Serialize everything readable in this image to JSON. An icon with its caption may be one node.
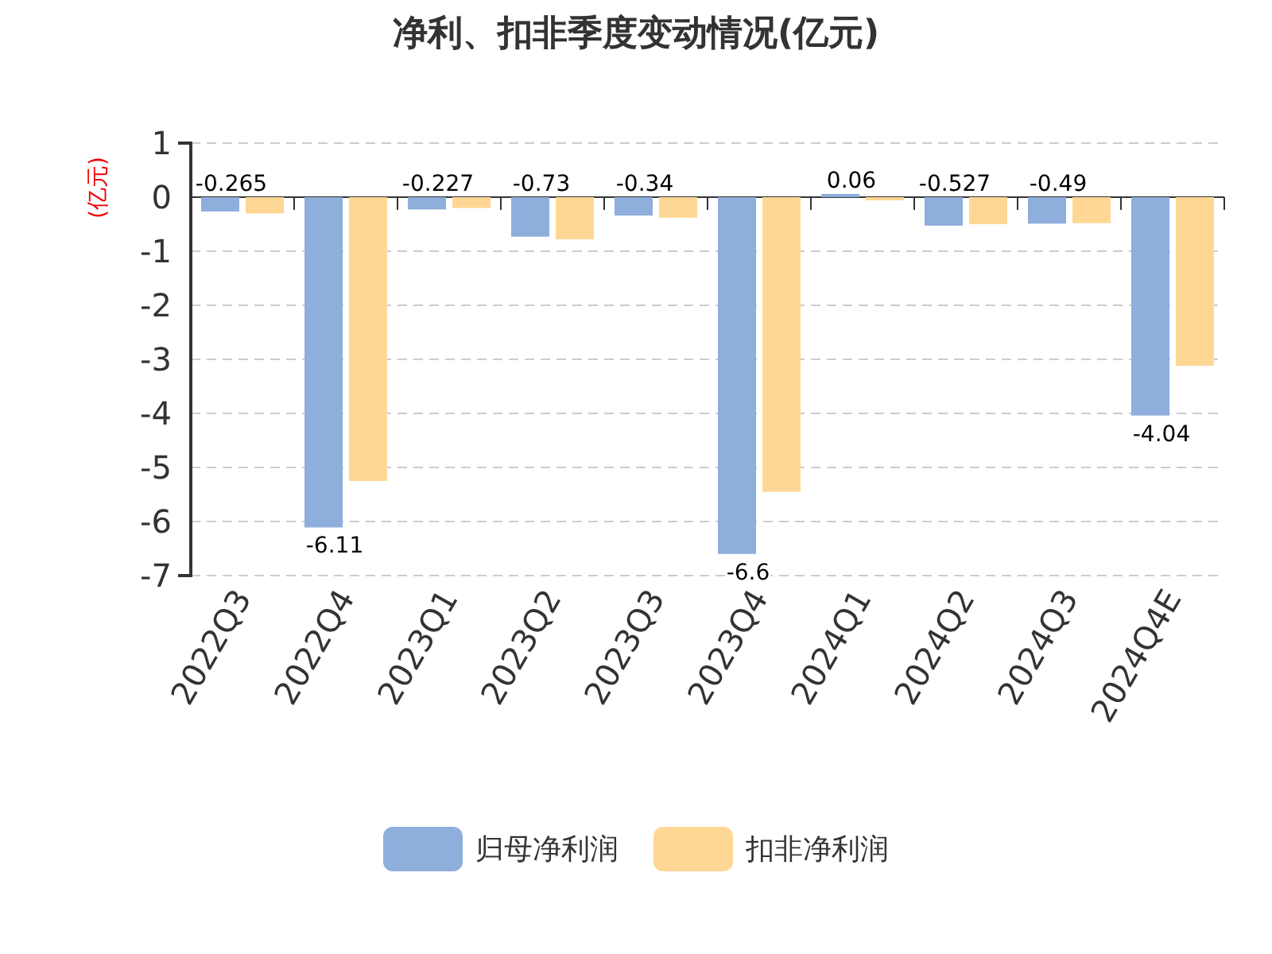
{
  "diagram": {
    "title": "净利、扣非季度变动情况(亿元)",
    "chart_data": {
      "type": "bar",
      "ylabel": "(亿元)",
      "categories": [
        "2022Q3",
        "2022Q4",
        "2023Q1",
        "2023Q2",
        "2023Q3",
        "2023Q4",
        "2024Q1",
        "2024Q2",
        "2024Q3",
        "2024Q4E"
      ],
      "series": [
        {
          "name": "归母净利润",
          "color": "#8eaedb",
          "values": [
            -0.265,
            -6.11,
            -0.227,
            -0.73,
            -0.34,
            -6.6,
            0.06,
            -0.527,
            -0.49,
            -4.04
          ]
        },
        {
          "name": "扣非净利润",
          "color": "#ffd794",
          "values": [
            -0.3,
            -5.25,
            -0.2,
            -0.78,
            -0.38,
            -5.45,
            -0.05,
            -0.5,
            -0.48,
            -3.12
          ]
        }
      ],
      "ylim": [
        -7,
        1
      ],
      "yticks": [
        1,
        0,
        -1,
        -2,
        -3,
        -4,
        -5,
        -6,
        -7
      ],
      "grid": true,
      "value_labels": [
        [
          "-0.265",
          "-6.11",
          "-0.227",
          "-0.73",
          "-0.34",
          "-6.6",
          "0.06",
          "-0.527",
          "-0.49",
          "-4.04"
        ],
        [
          null,
          null,
          null,
          null,
          null,
          null,
          null,
          null,
          null,
          null
        ]
      ]
    }
  }
}
